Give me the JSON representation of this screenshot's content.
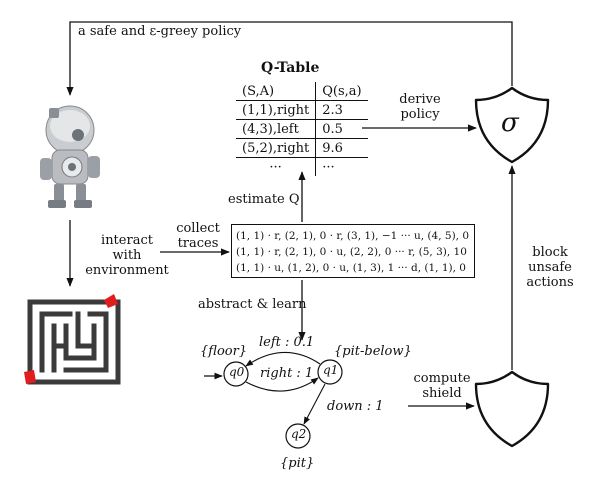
{
  "top_policy_label": "a safe and ε-greey policy",
  "qtable": {
    "title": "Q-Table",
    "headers": [
      "(S,A)",
      "Q(s,a)"
    ],
    "rows": [
      [
        "(1,1),right",
        "2.3"
      ],
      [
        "(4,3),left",
        "0.5"
      ],
      [
        "(5,2),right",
        "9.6"
      ],
      [
        "···",
        "···"
      ]
    ]
  },
  "derive_policy": [
    "derive",
    "policy"
  ],
  "shield_symbol": "σ",
  "estimate_q": "estimate Q",
  "collect_traces": [
    "collect",
    "traces"
  ],
  "traces": [
    "(1, 1) · r, (2, 1), 0 · r, (3, 1), −1 ··· u, (4, 5), 0",
    "(1, 1) · r, (2, 1), 0 · u, (2, 2), 0 ··· r, (5, 3), 10",
    "(1, 1) · u, (1, 2), 0 · u, (1, 3), 1 ··· d, (1, 1), 0"
  ],
  "interact": [
    "interact",
    "with",
    "environment"
  ],
  "abstract_learn": "abstract & learn",
  "block_unsafe": [
    "block",
    "unsafe",
    "actions"
  ],
  "automaton": {
    "q0": "q0",
    "q1": "q1",
    "q2": "q2",
    "label_floor": "{floor}",
    "label_pit_below": "{pit-below}",
    "label_pit": "{pit}",
    "edge_left": "left : 0.1",
    "edge_right": "right : 1",
    "edge_down": "down : 1"
  },
  "compute_shield": [
    "compute",
    "shield"
  ]
}
